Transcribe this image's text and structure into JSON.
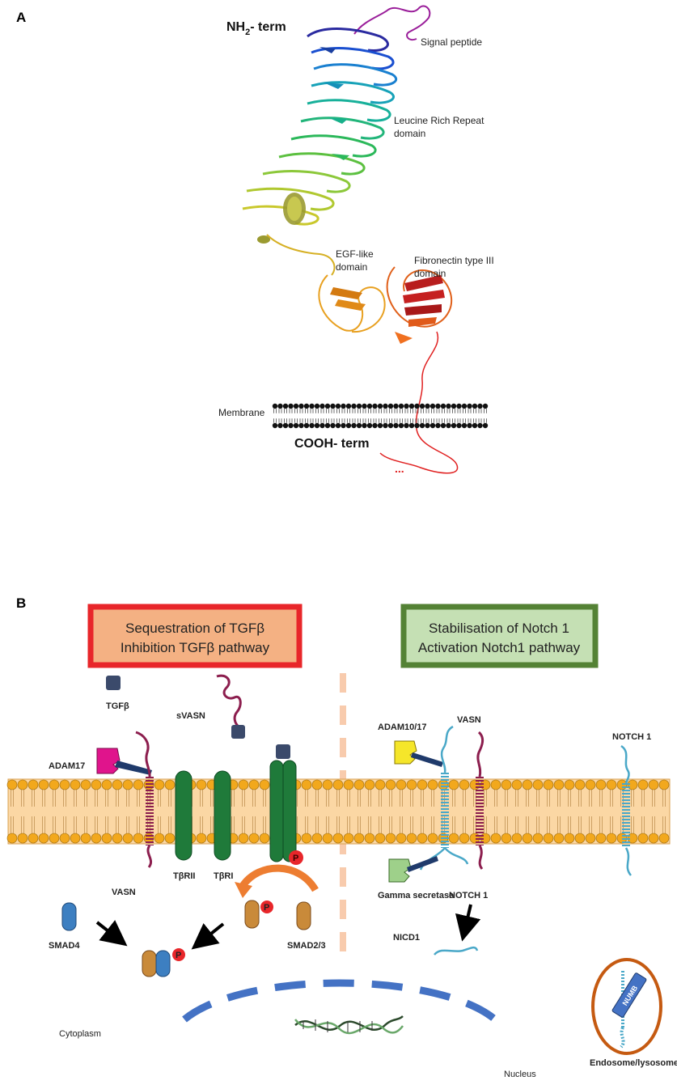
{
  "panel_a": {
    "letter": "A",
    "nh2_term": "NH",
    "nh2_sub": "2",
    "nh2_suffix": "- term",
    "signal_peptide": "Signal peptide",
    "lrr_line1": "Leucine Rich Repeat",
    "lrr_line2": "domain",
    "egf_line1": "EGF-like",
    "egf_line2": "domain",
    "fn3_line1": "Fibronectin type III",
    "fn3_line2": "domain",
    "membrane": "Membrane",
    "cooh_term": "COOH- term"
  },
  "panel_b": {
    "letter": "B",
    "left_box": {
      "line1": "Sequestration of TGFβ",
      "line2": "Inhibition TGFβ pathway",
      "border_color": "#e8262a",
      "fill_color": "#f4b183"
    },
    "right_box": {
      "line1": "Stabilisation of Notch 1",
      "line2": "Activation Notch1 pathway",
      "border_color": "#548235",
      "fill_color": "#c5e0b4"
    },
    "labels": {
      "tgfb": "TGFβ",
      "svasn": "sVASN",
      "adam17": "ADAM17",
      "vasn_left": "VASN",
      "tbrii": "TβRII",
      "tbri": "TβRI",
      "smad4": "SMAD4",
      "smad23": "SMAD2/3",
      "p": "P",
      "cytoplasm": "Cytoplasm",
      "adam1017": "ADAM10/17",
      "vasn_right": "VASN",
      "notch1_top": "NOTCH 1",
      "gamma_secretase": "Gamma secretase",
      "notch1_mid": "NOTCH 1",
      "nicd1": "NICD1",
      "numb": "NUMB",
      "endosome": "Endosome/lysosome",
      "nucleus": "Nucleus"
    },
    "colors": {
      "membrane_head": "#f2a81d",
      "membrane_fill": "#fbd7a4",
      "receptor": "#1f7a3a",
      "vasn": "#8c1e4e",
      "notch": "#4aa8c8",
      "smad4": "#3d7fc1",
      "smad23": "#c98a3a",
      "phospho": "#e8262a",
      "tgfb": "#3b4a6b",
      "adam17": "#e0148c",
      "adam1017": "#f5e62a",
      "gamma": "#9ed08a",
      "nucleus": "#4472c4",
      "endosome": "#c55a11",
      "divider": "#f8cbad",
      "arrow_orange": "#ed7d31"
    }
  }
}
